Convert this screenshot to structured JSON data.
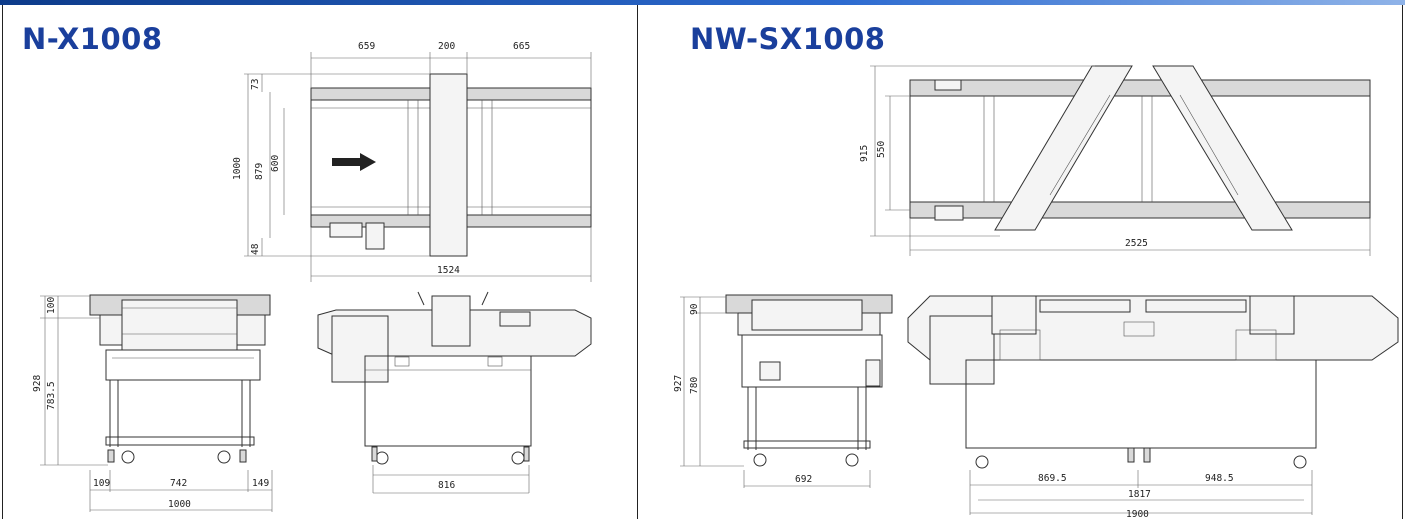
{
  "left": {
    "title": "N-X1008",
    "top_view": {
      "widths": [
        "659",
        "200",
        "665"
      ],
      "total_length": "1524",
      "heights": [
        "73",
        "1000",
        "879",
        "600",
        "48"
      ]
    },
    "side_view": {
      "heights": [
        "100",
        "928",
        "783.5"
      ],
      "widths": [
        "109",
        "742",
        "149"
      ],
      "total_width": "1000"
    },
    "front_view": {
      "width": "816"
    }
  },
  "right": {
    "title": "NW-SX1008",
    "top_view": {
      "heights": [
        "915",
        "550"
      ],
      "total_length": "2525"
    },
    "side_view": {
      "heights": [
        "90",
        "927",
        "780"
      ],
      "width": "692"
    },
    "front_view": {
      "widths": [
        "869.5",
        "948.5"
      ],
      "inner": "1817",
      "total": "1900"
    }
  }
}
